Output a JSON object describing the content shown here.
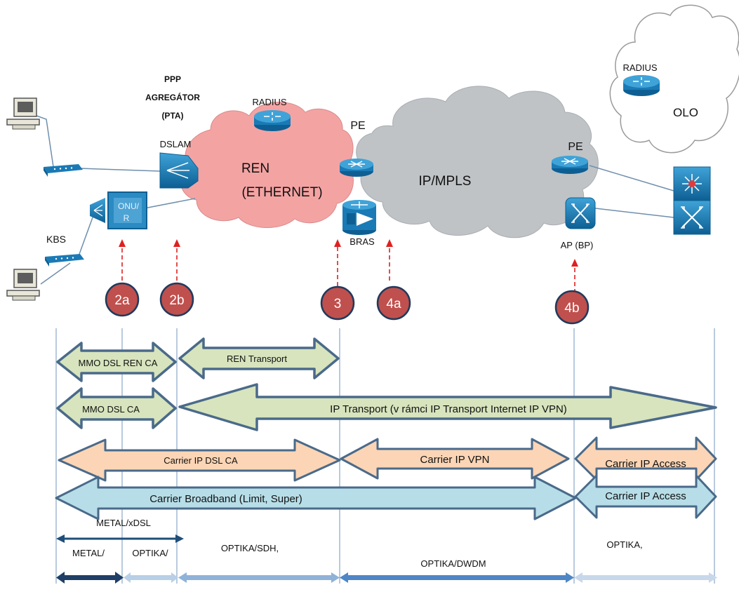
{
  "network": {
    "ppp_line1": "PPP",
    "ppp_line2": "AGREGÁTOR",
    "ppp_line3": "(PTA)",
    "radius_ren": "RADIUS",
    "radius_olo": "RADIUS",
    "dslam": "DSLAM",
    "ren_line1": "REN",
    "ren_line2": "(ETHERNET)",
    "pe_left": "PE",
    "pe_right": "PE",
    "ipmpls": "IP/MPLS",
    "olo": "OLO",
    "onu_line1": "ONU/",
    "onu_line2": "R",
    "kbs": "KBS",
    "bras": "BRAS",
    "ap_bp": "AP (BP)"
  },
  "markers": [
    "2a",
    "2b",
    "3",
    "4a",
    "4b"
  ],
  "arrows": {
    "mmo_dsl_ren_ca": "MMO  DSL  REN  CA",
    "ren_transport": "REN Transport",
    "mmo_dsl_ca": "MMO DSL CA",
    "ip_transport": "IP Transport (v rámci IP Transport Internet IP VPN)",
    "carrier_ip_dsl_ca": "Carrier IP DSL CA",
    "carrier_ip_vpn": "Carrier IP VPN",
    "carrier_ip_access_1": "Carrier IP Access",
    "carrier_broadband": "Carrier Broadband (Limit, Super)",
    "carrier_ip_access_2": "Carrier IP Access"
  },
  "media": {
    "metal_xdsl": "METAL/xDSL",
    "metal": "METAL/",
    "optika1": "OPTIKA/",
    "optika_sdh": "OPTIKA/SDH,",
    "optika_dwdm": "OPTIKA/DWDM",
    "optika2": "OPTIKA,"
  },
  "colors": {
    "ren_cloud": "#f4a3a3",
    "mpls_cloud": "#bfc3c6",
    "marker": "#c0504d",
    "green_arrow": "#d7e4bd",
    "orange_arrow": "#fbd5b5",
    "blue_arrow": "#b7dee8",
    "arrow_border": "#4a6a8a",
    "device_blue": "#1a7ab5"
  }
}
